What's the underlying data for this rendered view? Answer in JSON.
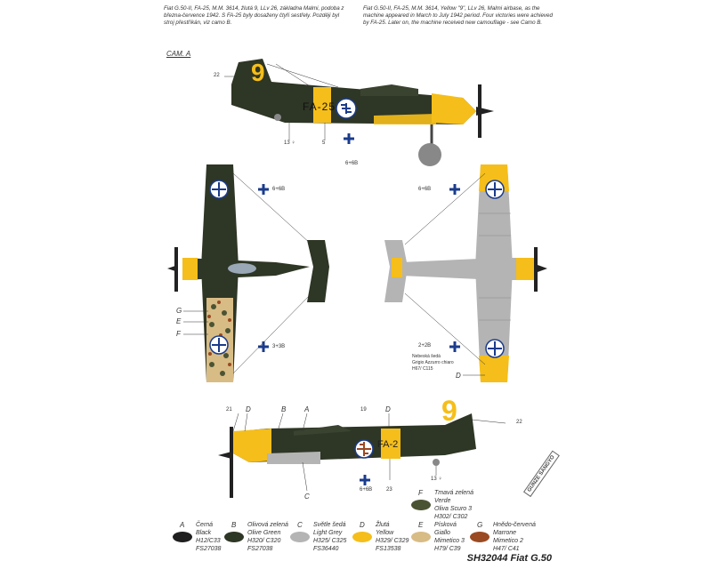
{
  "notes": {
    "cz": "Fiat G.50-II, FA-25, M.M. 3614, žlutá 9, LLv 26, základna Malmi, podoba z března-července 1942. S FA-25 byly dosaženy čtyři sestřely. Později byl stroj přestříkán, viz camo B.",
    "en": "Fiat G.50-II, FA-25, M.M. 3614, Yellow \"9\", LLv 26, Malmi airbase, as the machine appeared in March to July 1942 period. Four victories were achieved by FA-25. Later on, the machine received new camouflage - see Camo B."
  },
  "camo_label": "CAM. A",
  "callouts": {
    "c22a": "22",
    "c13a": "13 ♀",
    "c5": "5",
    "c668a": "6+6B",
    "c668b": "6+6B",
    "c668c": "6+6B",
    "c338": "3+3B",
    "c228": "2+2B",
    "G": "G",
    "E": "E",
    "F": "F",
    "D_bottom": "D",
    "grey_note": "Nebeská šedá\nGrigio Azzurro chiaro\nH67/ C115",
    "c21": "21",
    "D1": "D",
    "B1": "B",
    "A1": "A",
    "c19": "19",
    "D2": "D",
    "c22b": "22",
    "C1": "C",
    "c668d": "6+6B",
    "c23": "23",
    "c13b": "13 ♀"
  },
  "aircraft": {
    "code": "FA-25",
    "tail_number": "9",
    "code_bottom": "FA-2"
  },
  "swatches": [
    {
      "code": "A",
      "name": "Černá\nBlack\nH12/C33\nFS27038",
      "color": "#1f1f1f"
    },
    {
      "code": "B",
      "name": "Olivová zelená\nOlive Green\nH320/ C320\nFS27038",
      "color": "#2e3625"
    },
    {
      "code": "C",
      "name": "Světle šedá\nLight Grey\nH325/ C325\nFS36440",
      "color": "#b4b4b4"
    },
    {
      "code": "D",
      "name": "Žlutá\nYellow\nH329/ C329\nFS13538",
      "color": "#f5be1a"
    },
    {
      "code": "E",
      "name": "Písková\nGiallo\nMimetico 3\nH79/ C39",
      "color": "#d8bc85"
    },
    {
      "code": "F",
      "name": "Tmavá zelená\nVerde\nOliva Scuro 3\nH302/ C302",
      "color": "#4a5434"
    },
    {
      "code": "G",
      "name": "Hnědo-červená\nMarrone\nMimetico 2\nH47/ C41",
      "color": "#9a4a22"
    }
  ],
  "stamp": "GUNZE SANGYO",
  "footer": "SH32044 Fiat G.50"
}
